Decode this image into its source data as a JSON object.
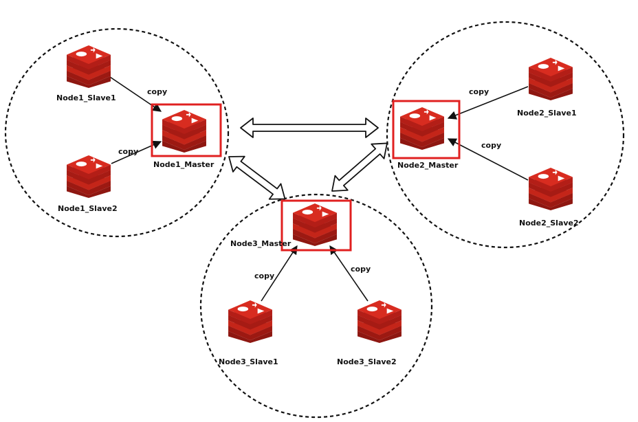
{
  "clusters": [
    {
      "master": "Node1_Master",
      "slaves": [
        "Node1_Slave1",
        "Node1_Slave2"
      ]
    },
    {
      "master": "Node2_Master",
      "slaves": [
        "Node2_Slave1",
        "Node2_Slave2"
      ]
    },
    {
      "master": "Node3_Master",
      "slaves": [
        "Node3_Slave1",
        "Node3_Slave2"
      ]
    }
  ],
  "edge_label": "copy",
  "colors": {
    "highlight": "#e02020",
    "redis_top": "#d82c20",
    "redis_mid": "#b31e17",
    "redis_dark": "#8e1711"
  },
  "icon": "redis-logo-icon"
}
